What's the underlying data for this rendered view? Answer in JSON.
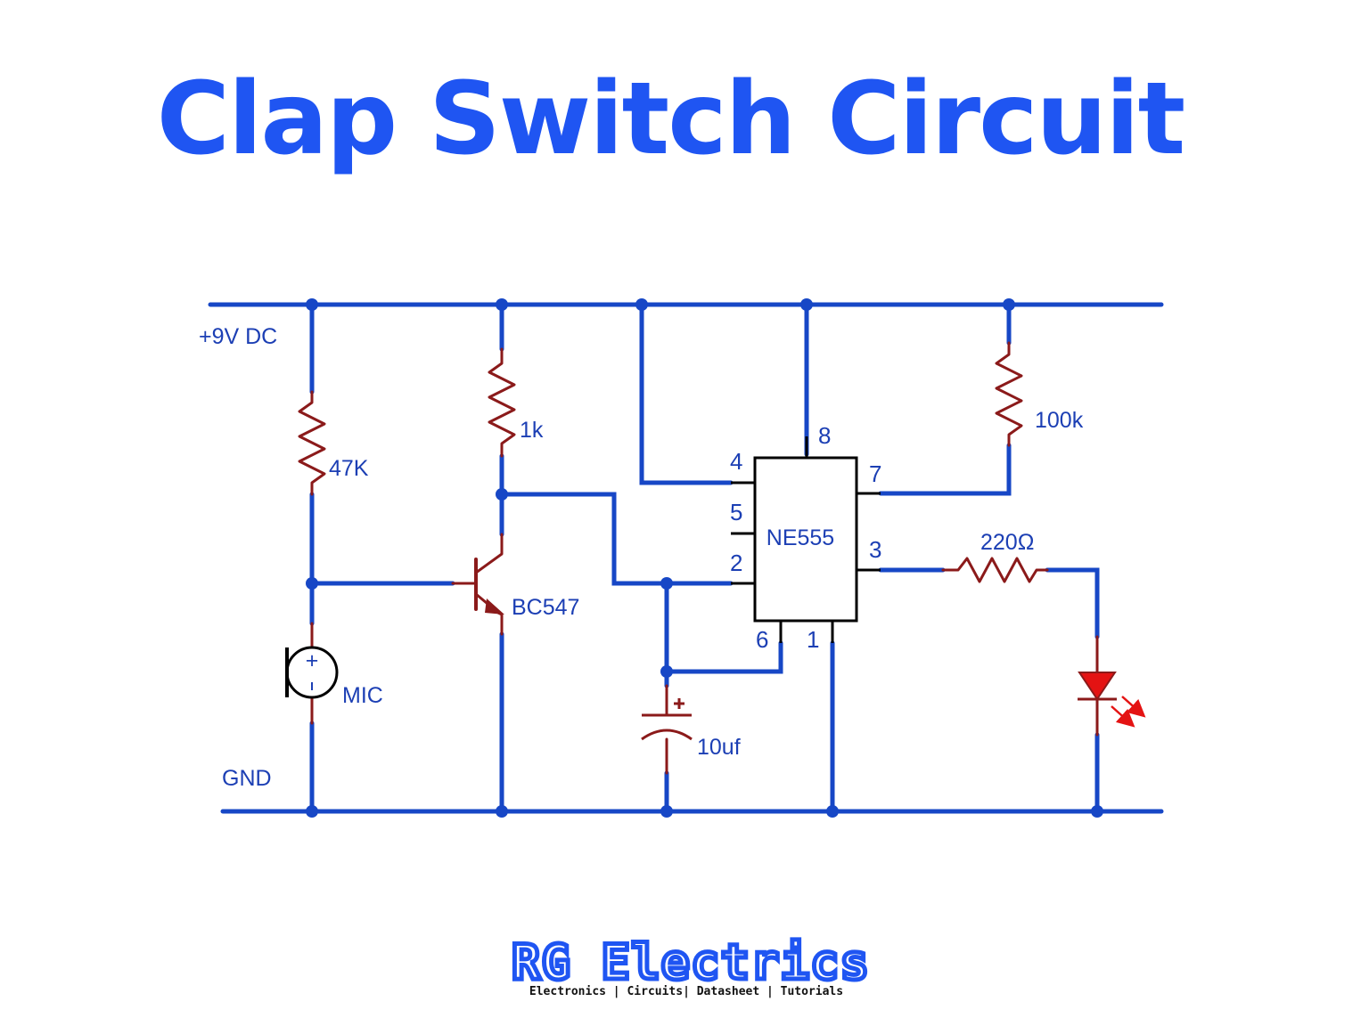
{
  "title": "Clap Switch Circuit",
  "rails": {
    "vcc": "+9V DC",
    "gnd": "GND"
  },
  "components": {
    "r47k": "47K",
    "r1k": "1k",
    "r100k": "100k",
    "r220": "220Ω",
    "transistor": "BC547",
    "mic": "MIC",
    "cap": "10uf",
    "ic": "NE555"
  },
  "pins": {
    "p1": "1",
    "p2": "2",
    "p3": "3",
    "p4": "4",
    "p5": "5",
    "p6": "6",
    "p7": "7",
    "p8": "8"
  },
  "symbols": {
    "plus": "+",
    "minus": "-",
    "mic_plus": "+"
  },
  "brand": {
    "name": "RG Electrics",
    "tagline": "Electronics | Circuits| Datasheet | Tutorials"
  },
  "colors": {
    "wire": "#1747c6",
    "component": "#8b1a1a",
    "title": "#1f55f2",
    "label": "#1c3fb4",
    "led": "#e41313"
  }
}
